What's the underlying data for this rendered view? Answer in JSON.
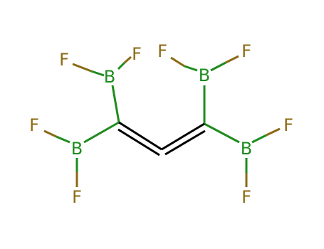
{
  "molecule": {
    "colors": {
      "fluorine": "#8B6914",
      "boron": "#1E8C1E",
      "carbon_bond": "#000000",
      "background": "#FFFFFF"
    },
    "atoms": [
      {
        "id": "F1",
        "element": "F",
        "label": "F"
      },
      {
        "id": "F2",
        "element": "F",
        "label": "F"
      },
      {
        "id": "B1",
        "element": "B",
        "label": "B"
      },
      {
        "id": "F3",
        "element": "F",
        "label": "F"
      },
      {
        "id": "F4",
        "element": "F",
        "label": "F"
      },
      {
        "id": "B2",
        "element": "B",
        "label": "B"
      },
      {
        "id": "F5",
        "element": "F",
        "label": "F"
      },
      {
        "id": "B3",
        "element": "B",
        "label": "B"
      },
      {
        "id": "F6",
        "element": "F",
        "label": "F"
      },
      {
        "id": "B4",
        "element": "B",
        "label": "B"
      },
      {
        "id": "F7",
        "element": "F",
        "label": "F"
      },
      {
        "id": "F8",
        "element": "F",
        "label": "F"
      }
    ]
  }
}
